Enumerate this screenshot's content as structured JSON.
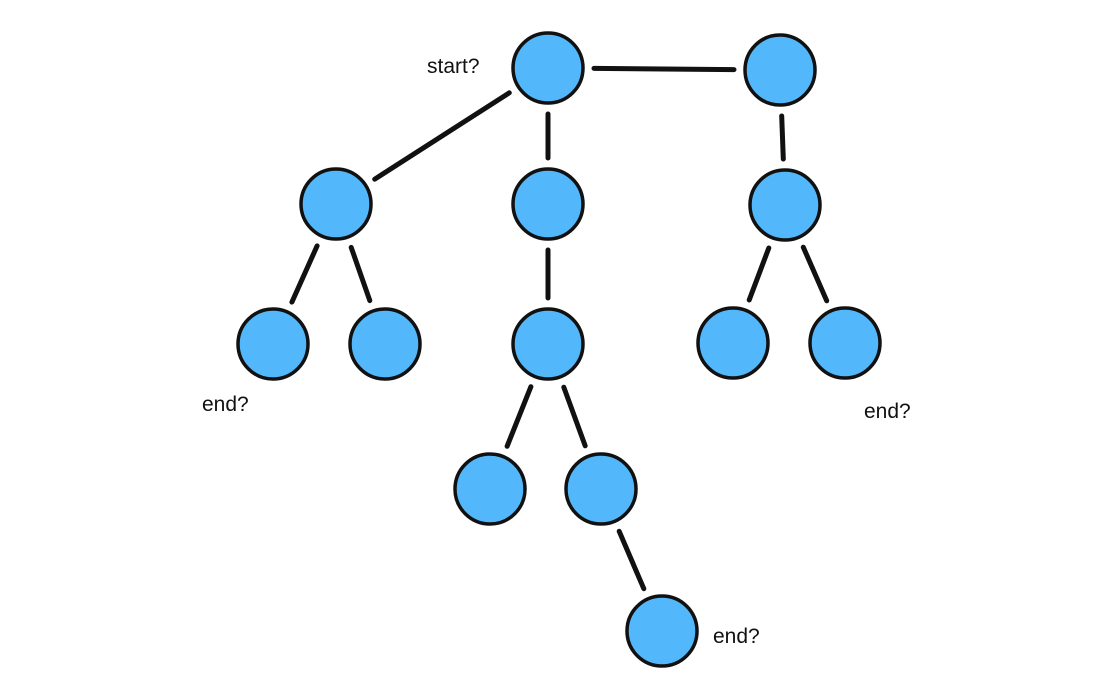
{
  "colors": {
    "node_fill": "#53b8fb",
    "stroke": "#111111",
    "background": "#ffffff"
  },
  "labels": {
    "start": "start?",
    "end_left": "end?",
    "end_right": "end?",
    "end_bottom": "end?"
  },
  "nodes": [
    {
      "id": "root"
    },
    {
      "id": "top-right"
    },
    {
      "id": "left"
    },
    {
      "id": "center"
    },
    {
      "id": "right"
    },
    {
      "id": "left-left"
    },
    {
      "id": "left-right"
    },
    {
      "id": "center-child"
    },
    {
      "id": "right-left"
    },
    {
      "id": "right-right"
    },
    {
      "id": "center-child-left"
    },
    {
      "id": "center-child-right"
    },
    {
      "id": "bottom"
    }
  ],
  "edges": [
    {
      "from": "root",
      "to": "top-right"
    },
    {
      "from": "root",
      "to": "left"
    },
    {
      "from": "root",
      "to": "center"
    },
    {
      "from": "top-right",
      "to": "right"
    },
    {
      "from": "left",
      "to": "left-left"
    },
    {
      "from": "left",
      "to": "left-right"
    },
    {
      "from": "center",
      "to": "center-child"
    },
    {
      "from": "right",
      "to": "right-left"
    },
    {
      "from": "right",
      "to": "right-right"
    },
    {
      "from": "center-child",
      "to": "center-child-left"
    },
    {
      "from": "center-child",
      "to": "center-child-right"
    },
    {
      "from": "center-child-right",
      "to": "bottom"
    }
  ]
}
